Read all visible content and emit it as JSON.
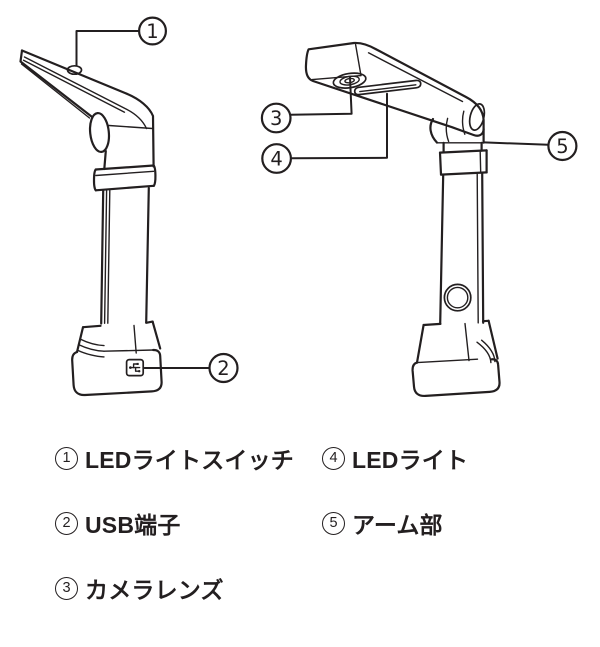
{
  "colors": {
    "background": "#ffffff",
    "line": "#231f20"
  },
  "diagram": {
    "callouts": [
      {
        "number": "1"
      },
      {
        "number": "2"
      },
      {
        "number": "3"
      },
      {
        "number": "4"
      },
      {
        "number": "5"
      }
    ]
  },
  "legend": {
    "items": [
      {
        "number": "1",
        "label": "LEDライトスイッチ"
      },
      {
        "number": "2",
        "label": "USB端子"
      },
      {
        "number": "3",
        "label": "カメラレンズ"
      },
      {
        "number": "4",
        "label": "LEDライト"
      },
      {
        "number": "5",
        "label": "アーム部"
      }
    ]
  }
}
